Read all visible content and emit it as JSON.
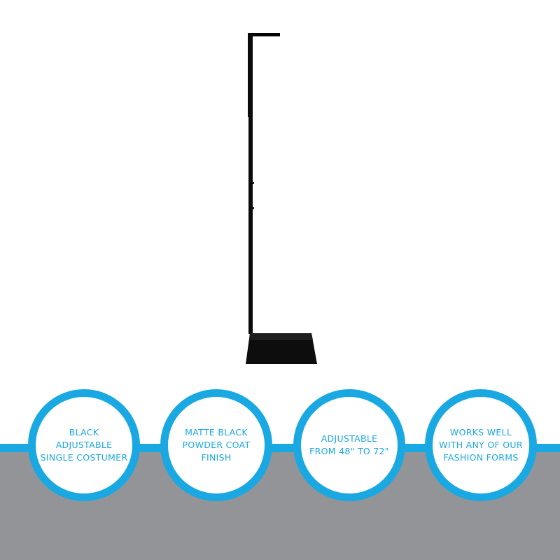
{
  "product": {
    "image_icon": "costumer-stand-icon",
    "color": "#000000"
  },
  "colors": {
    "accent": "#1aa8e3",
    "band": "#939497",
    "background": "#ffffff"
  },
  "features": [
    {
      "text": "BLACK\nADJUSTABLE\nSINGLE COSTUMER"
    },
    {
      "text": "MATTE BLACK\nPOWDER COAT\nFINISH"
    },
    {
      "text": "ADJUSTABLE\nFROM 48\" TO 72\""
    },
    {
      "text": "WORKS WELL\nWITH ANY OF OUR\nFASHION FORMS"
    }
  ]
}
